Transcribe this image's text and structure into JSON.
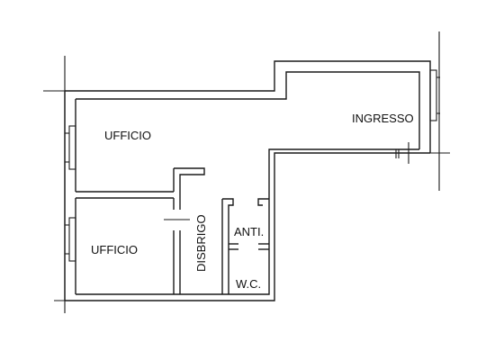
{
  "plan": {
    "rooms": [
      {
        "id": "ufficio-1",
        "label": "UFFICIO"
      },
      {
        "id": "ingresso",
        "label": "INGRESSO"
      },
      {
        "id": "ufficio-2",
        "label": "UFFICIO"
      },
      {
        "id": "disbrigo",
        "label": "DISBRIGO"
      },
      {
        "id": "anti",
        "label": "ANTI."
      },
      {
        "id": "wc",
        "label": "W.C."
      }
    ]
  },
  "style": {
    "line_color": "#1a1a1a",
    "background": "#ffffff"
  }
}
